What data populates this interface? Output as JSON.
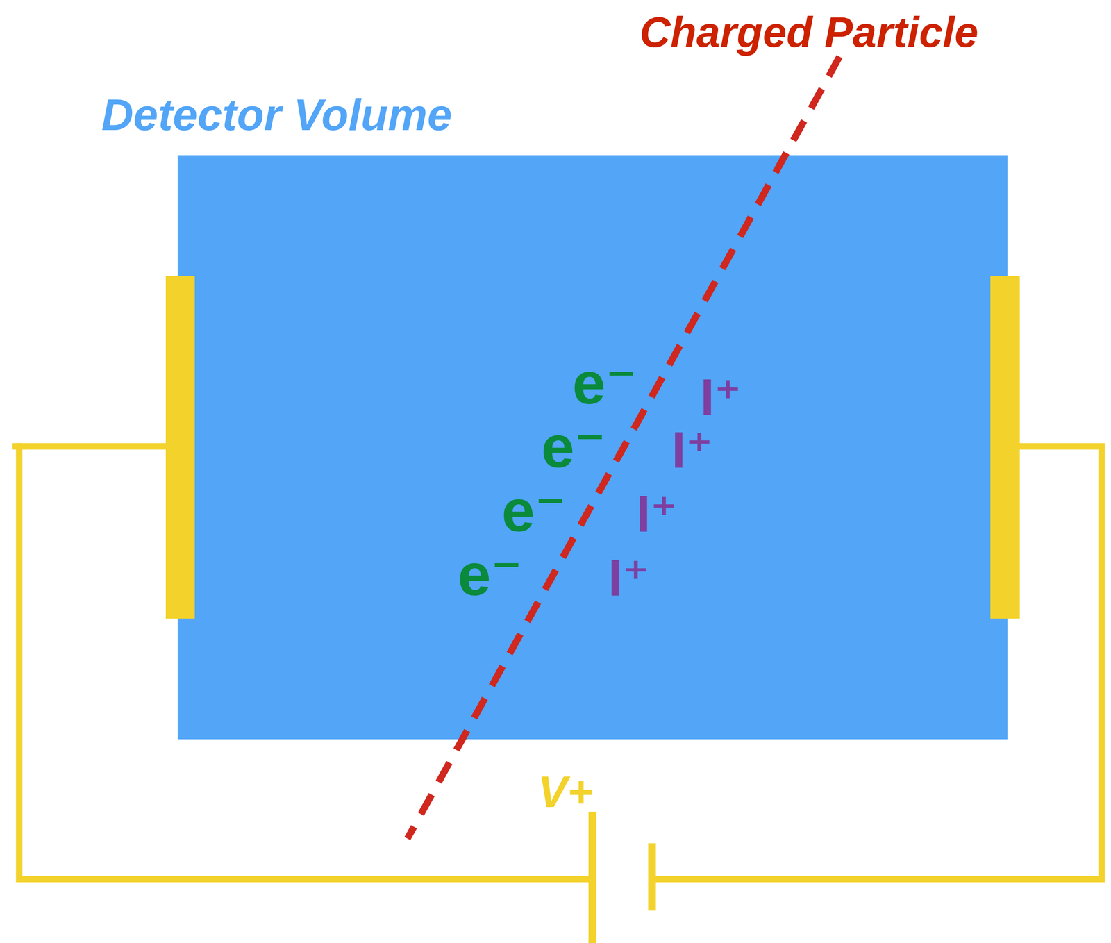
{
  "diagram": {
    "nodes": [
      {
        "text": [
          "Detector Volume"
        ]
      }
    ],
    "labels": [
      "Charged Particle",
      "e⁻",
      "I⁺",
      "e⁻",
      "I⁺",
      "e⁻",
      "I⁺",
      "e⁻",
      "I⁺",
      "V+"
    ]
  }
}
